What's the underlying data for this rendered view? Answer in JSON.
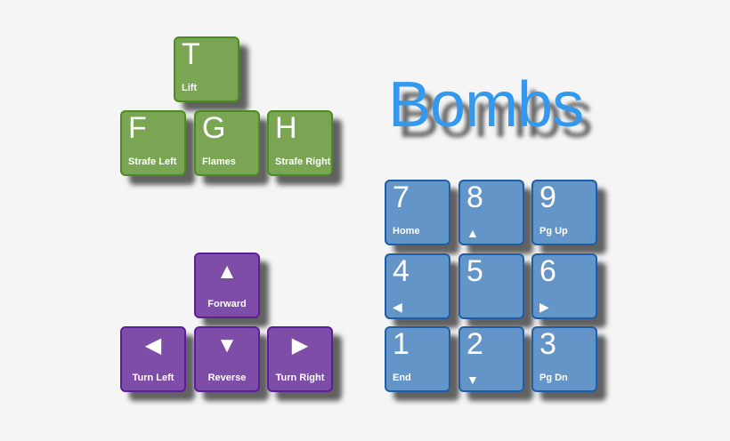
{
  "colors": {
    "background": "#f5f5f5",
    "green_key": "#7aa653",
    "purple_key": "#7e4da8",
    "blue_key": "#6395c9",
    "title": "#3399ee"
  },
  "title": "Bombs",
  "green_keys": [
    {
      "letter": "T",
      "label": "Lift"
    },
    {
      "letter": "F",
      "label": "Strafe Left"
    },
    {
      "letter": "G",
      "label": "Flames"
    },
    {
      "letter": "H",
      "label": "Strafe Right"
    }
  ],
  "purple_keys": [
    {
      "arrow": "▲",
      "label": "Forward"
    },
    {
      "arrow": "◀",
      "label": "Turn Left"
    },
    {
      "arrow": "▼",
      "label": "Reverse"
    },
    {
      "arrow": "▶",
      "label": "Turn Right"
    }
  ],
  "numpad_keys": [
    {
      "digit": "7",
      "label": "Home"
    },
    {
      "digit": "8",
      "arrow": "▲"
    },
    {
      "digit": "9",
      "label": "Pg Up"
    },
    {
      "digit": "4",
      "arrow": "◀"
    },
    {
      "digit": "5"
    },
    {
      "digit": "6",
      "arrow": "▶"
    },
    {
      "digit": "1",
      "label": "End"
    },
    {
      "digit": "2",
      "arrow": "▼"
    },
    {
      "digit": "3",
      "label": "Pg Dn"
    }
  ]
}
